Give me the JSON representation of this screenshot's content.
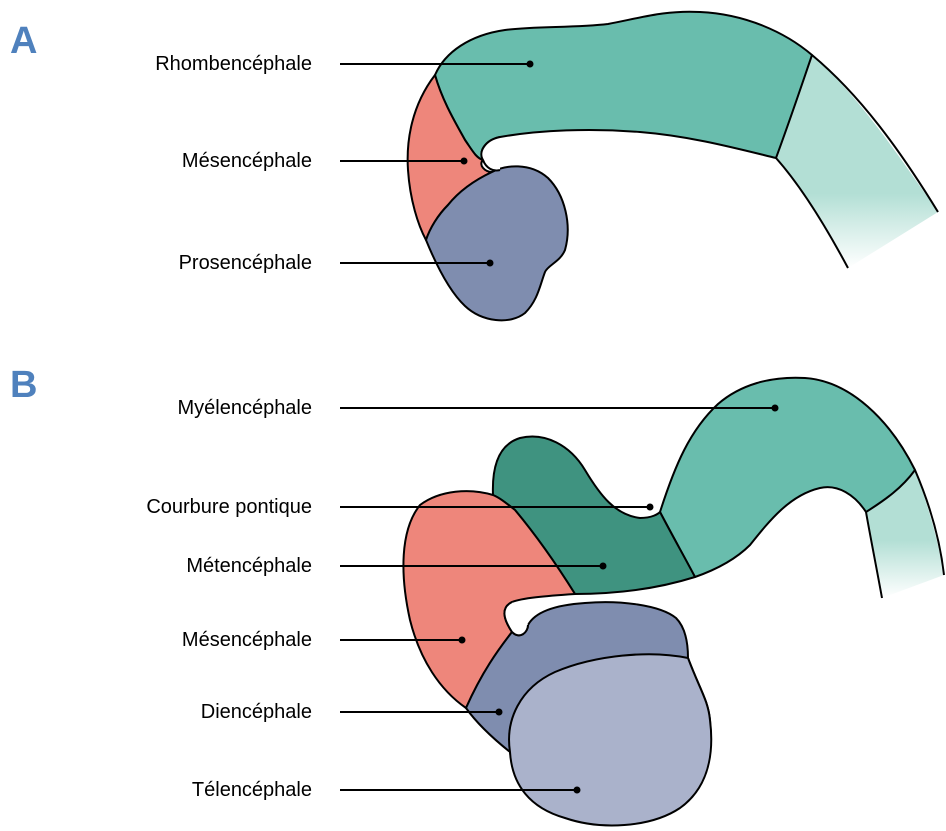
{
  "panels": [
    {
      "letter": "A",
      "labels": [
        "Rhombencéphale",
        "Mésencéphale",
        "Prosencéphale"
      ]
    },
    {
      "letter": "B",
      "labels": [
        "Myélencéphale",
        "Courbure pontique",
        "Métencéphale",
        "Mésencéphale",
        "Diencéphale",
        "Télencéphale"
      ]
    }
  ],
  "colors": {
    "letter": "#4f81bd",
    "rhombencephale": "#69bdad",
    "spinal_cord": "#b3dfd5",
    "mesencephale": "#ee867b",
    "prosencephale": "#7f8daf",
    "myelencephale": "#69bdad",
    "metencephale": "#3f9380",
    "diencephale": "#7f8daf",
    "telencephale": "#aab2cb",
    "outline": "#000000"
  }
}
